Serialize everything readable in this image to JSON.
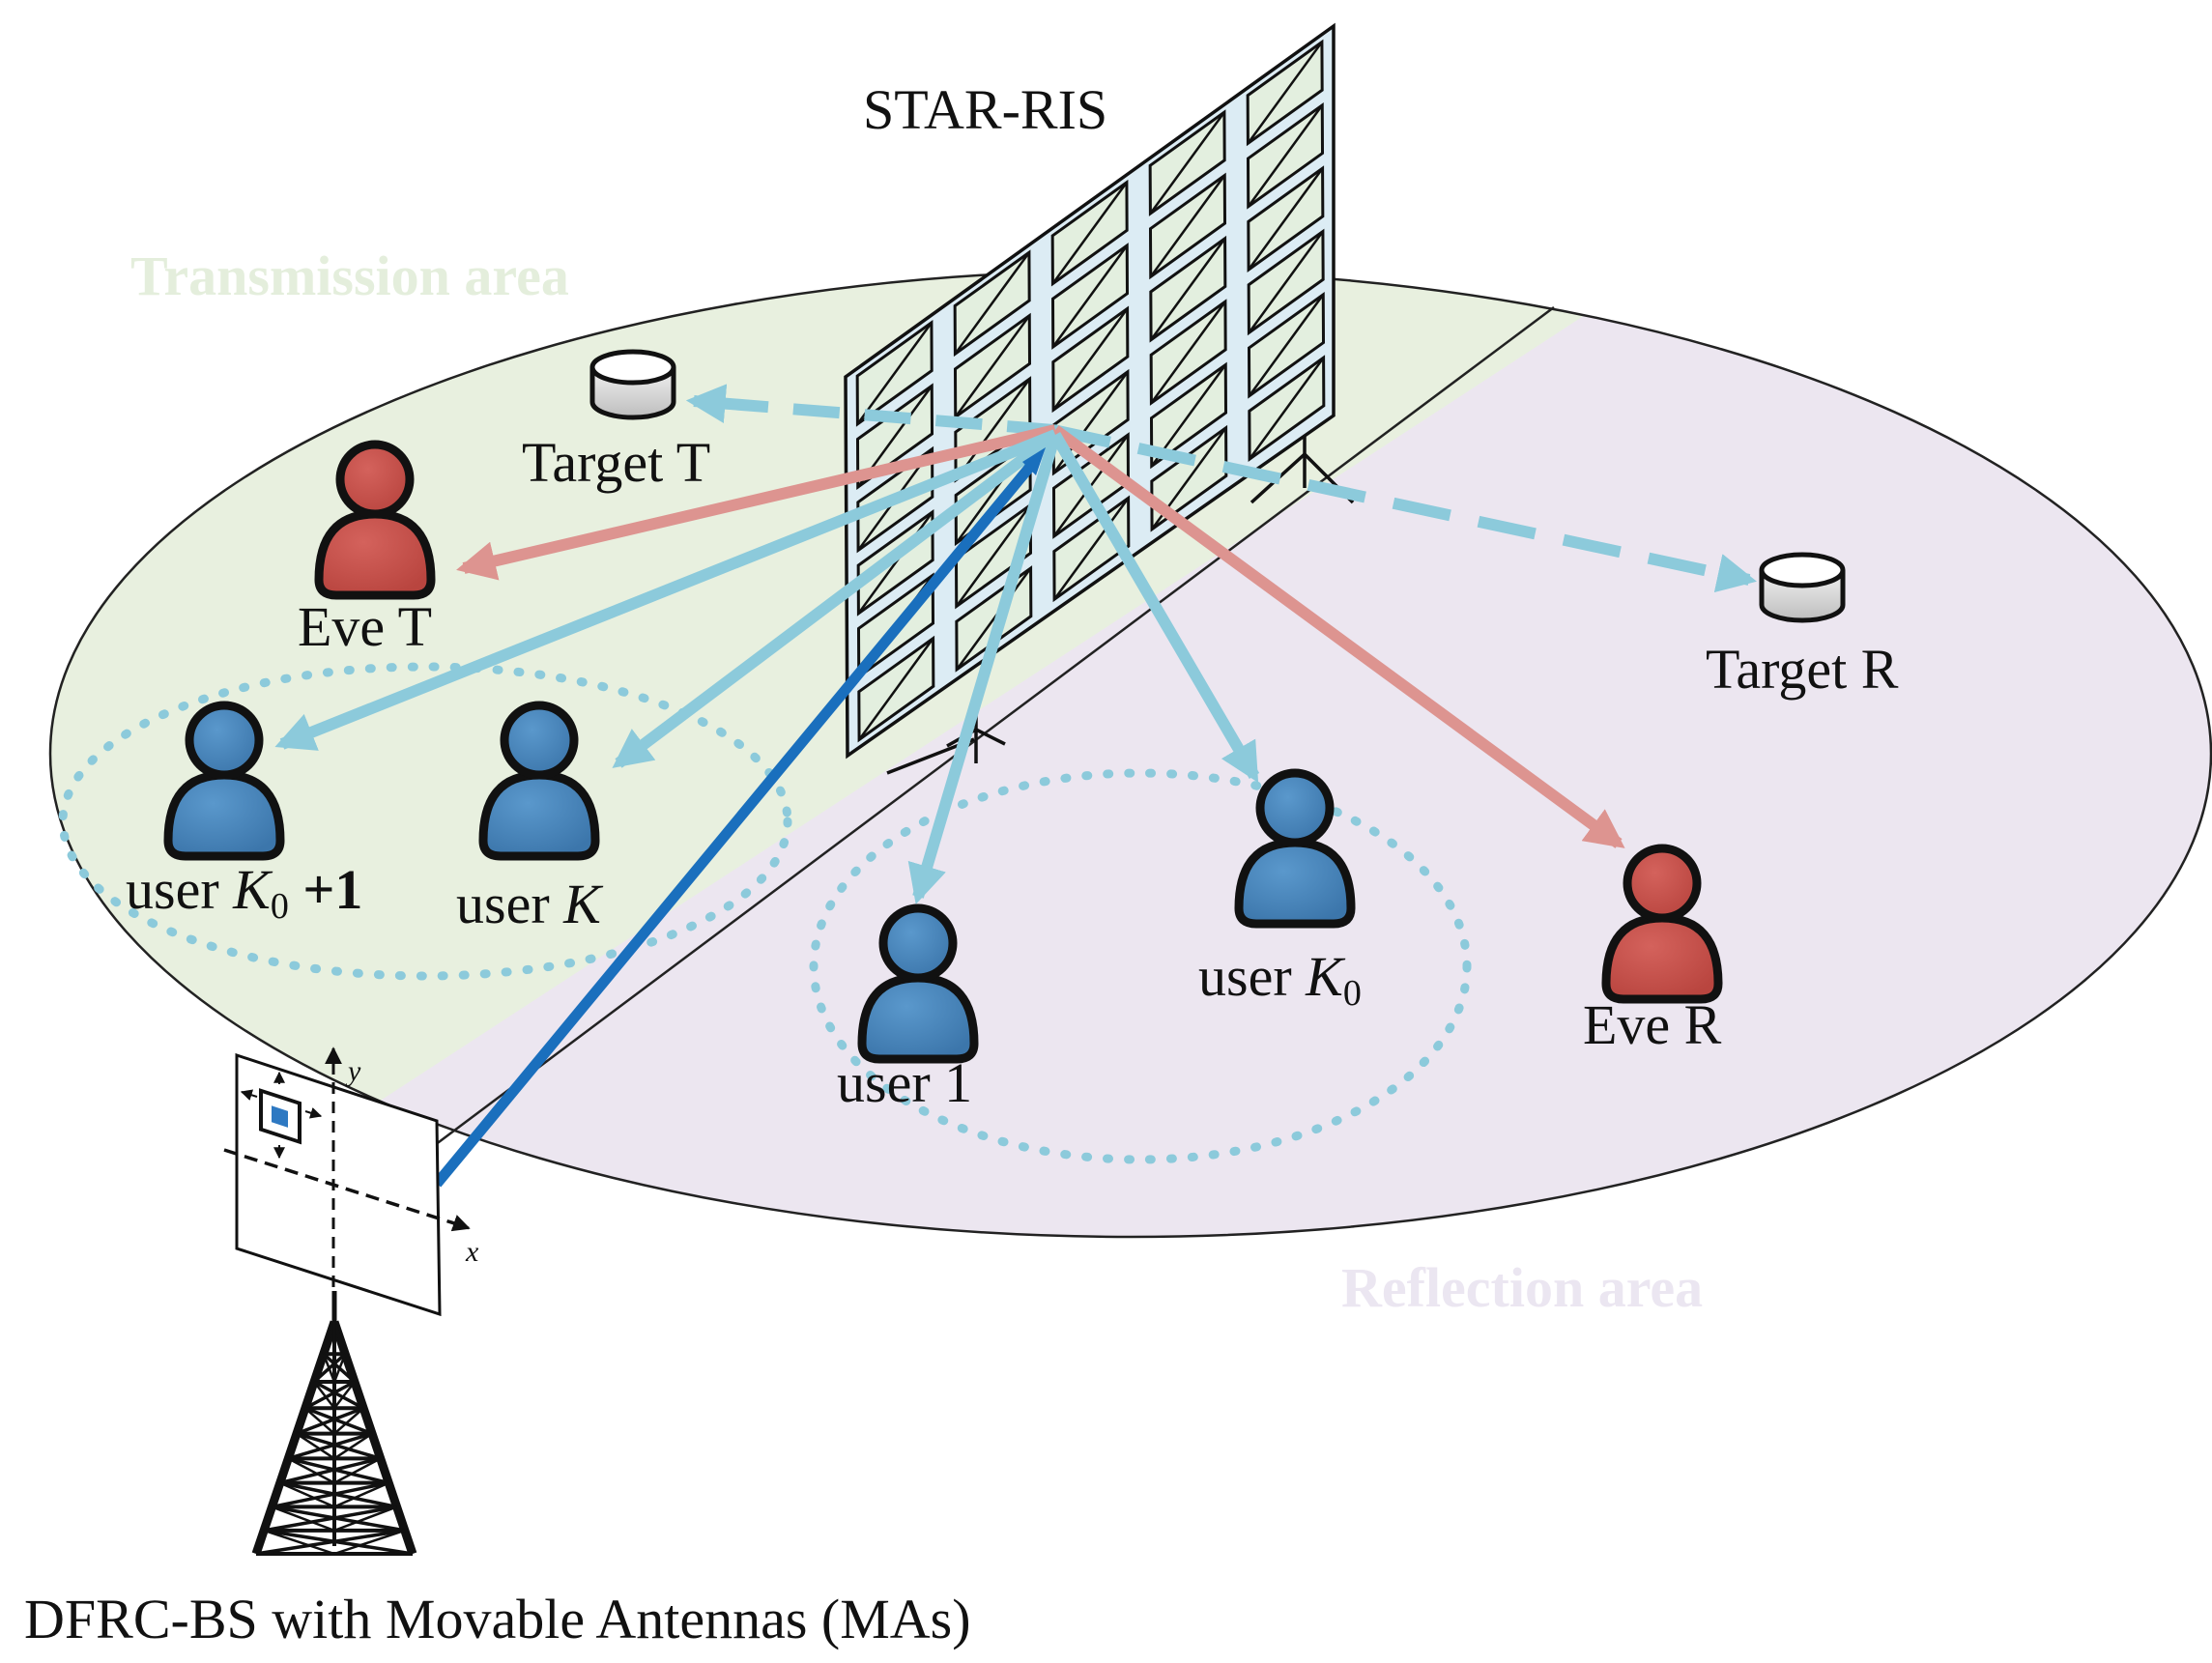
{
  "diagram": {
    "ris_label": "STAR-RIS",
    "transmission_area_label": "Transmission area",
    "reflection_area_label": "Reflection area",
    "target_t_label": "Target T",
    "target_r_label": "Target R",
    "eve_t_label": "Eve T",
    "eve_r_label": "Eve R",
    "user_k0_plus1_prefix": "user ",
    "user_k0_plus1_var": "K",
    "user_k0_plus1_sub": "0",
    "user_k0_plus1_suffix": " +1",
    "user_k_prefix": "user ",
    "user_k_var": "K",
    "user_1_label": "user 1",
    "user_k0_prefix": "user ",
    "user_k0_var": "K",
    "user_k0_sub": "0",
    "axis_x_label": "x",
    "axis_y_label": "y",
    "bs_label": "DFRC-BS with Movable Antennas (MAs)"
  },
  "colors": {
    "transmission_area": "#e8f0df",
    "reflection_area": "#ece6f0",
    "ris_panel": "#dcecf4",
    "comm_link": "#8ccadb",
    "eve_link": "#dd9490",
    "bs_link": "#1a6fbd",
    "user": "#4a86bb",
    "eve": "#c9524d",
    "transmission_label": "#e4eedc",
    "reflection_label": "#ebe6f1"
  }
}
